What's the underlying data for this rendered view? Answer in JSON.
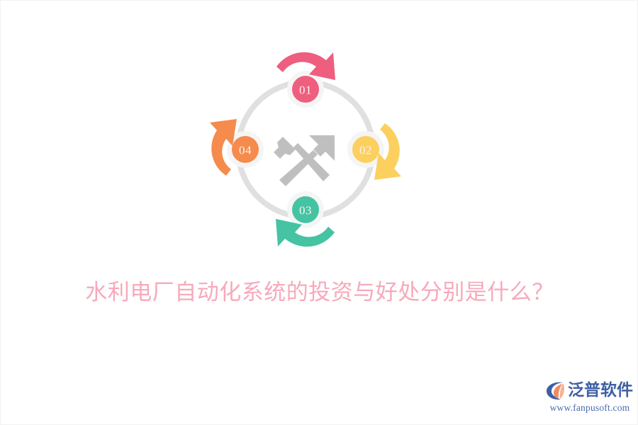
{
  "page": {
    "background_color": "#ffffff",
    "title": "水利电厂自动化系统的投资与好处分别是什么？",
    "title_color": "#f7a9bb"
  },
  "diagram": {
    "type": "cycle",
    "center_icon": "crossed-hammers-icon",
    "ring_color": "#e0e0e0",
    "direction": "clockwise",
    "nodes": [
      {
        "id": "01",
        "label": "01",
        "position": "top",
        "color": "#ee5e7f",
        "arrow_color": "#ee5e7f",
        "arrow_direction": "right"
      },
      {
        "id": "02",
        "label": "02",
        "position": "right",
        "color": "#fbd05f",
        "arrow_color": "#fbd05f",
        "arrow_direction": "down"
      },
      {
        "id": "03",
        "label": "03",
        "position": "bottom",
        "color": "#45c3a3",
        "arrow_color": "#45c3a3",
        "arrow_direction": "left"
      },
      {
        "id": "04",
        "label": "04",
        "position": "left",
        "color": "#f58b4c",
        "arrow_color": "#f58b4c",
        "arrow_direction": "up"
      }
    ]
  },
  "brand": {
    "name": "泛普软件",
    "url": "www.fanpusoft.com",
    "mark_icon": "fanpu-swoosh-logo-icon",
    "text_color": "#3f5fa4",
    "mark_color_blue": "#3f5fa4",
    "mark_color_accent": "#ef8b62"
  }
}
